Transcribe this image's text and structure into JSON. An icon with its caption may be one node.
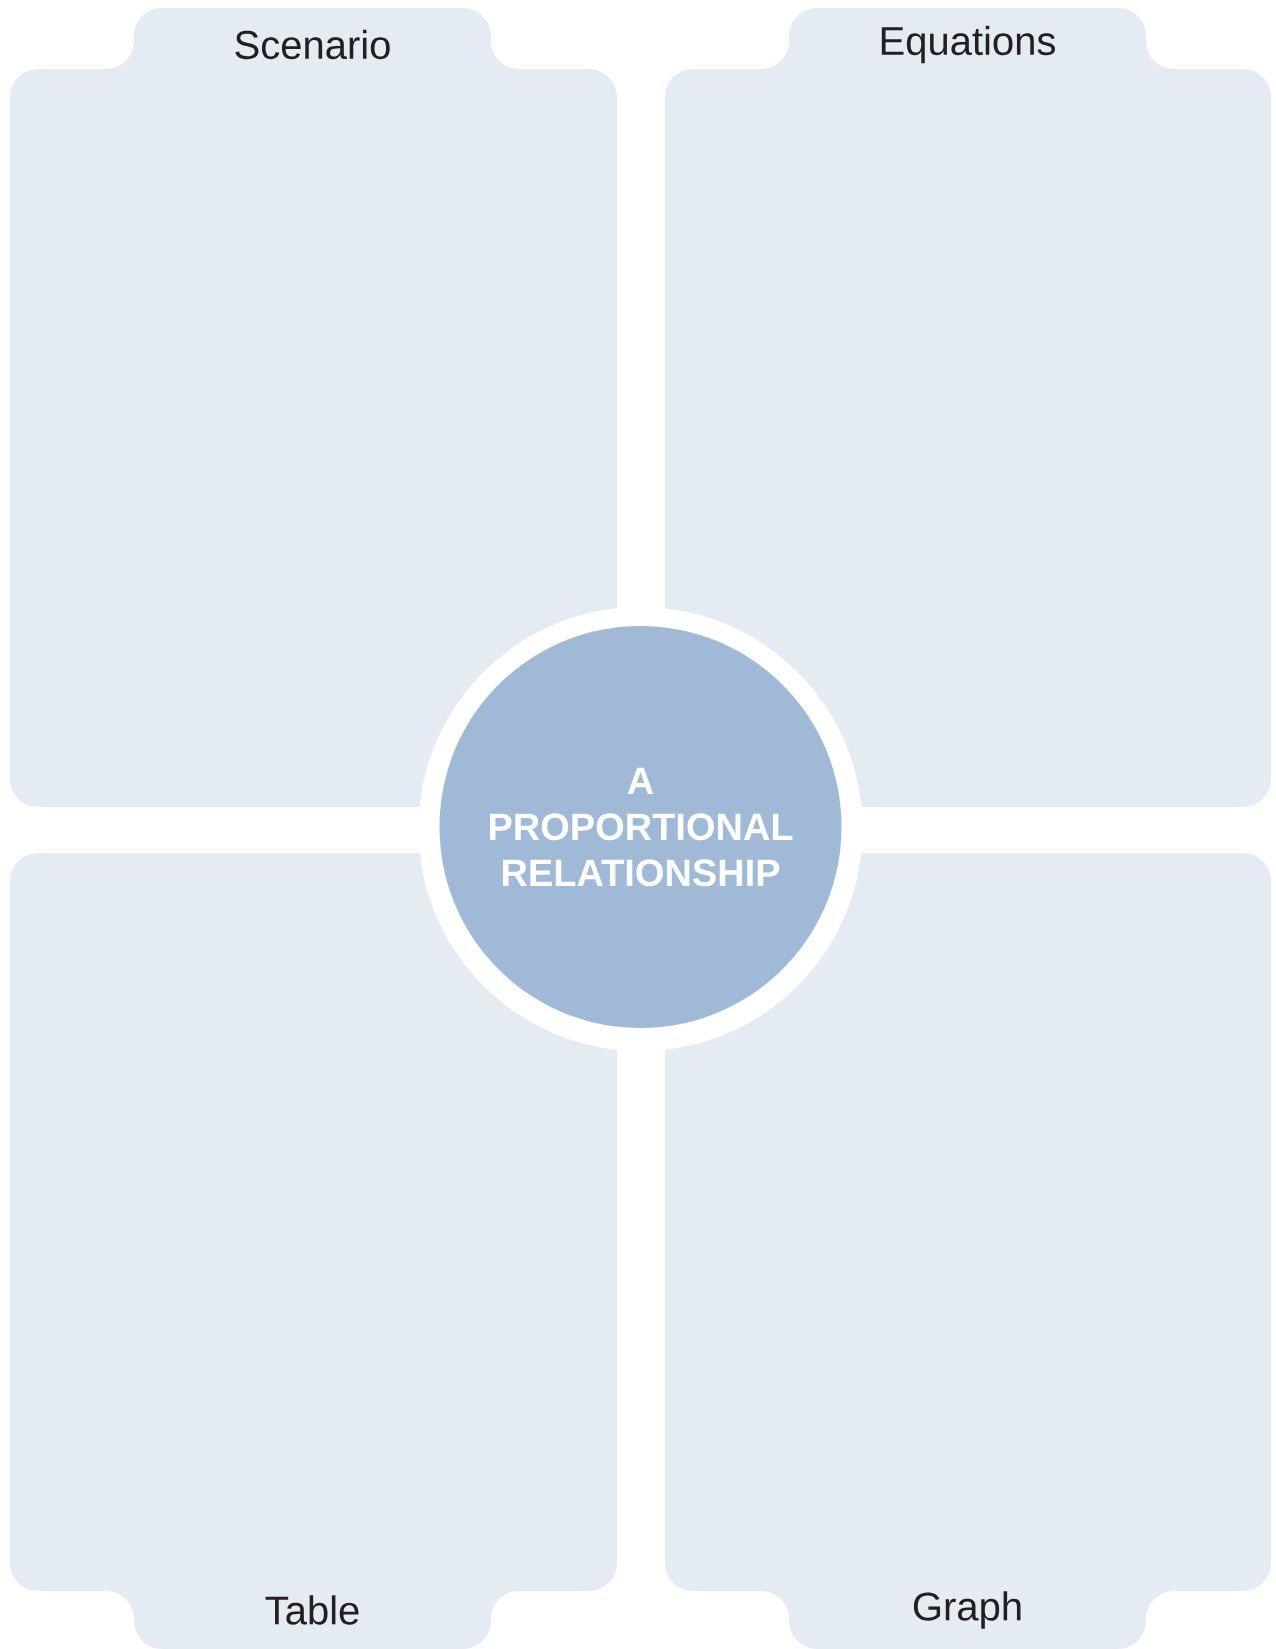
{
  "diagram": {
    "nodes": [
      {
        "text": [
          "Scenario"
        ]
      },
      {
        "text": [
          "Equations"
        ]
      },
      {
        "text": [
          "A PROPORTIONAL RELATIONSHIP"
        ]
      },
      {
        "text": [
          "Table"
        ]
      },
      {
        "text": [
          "Graph"
        ]
      }
    ]
  }
}
